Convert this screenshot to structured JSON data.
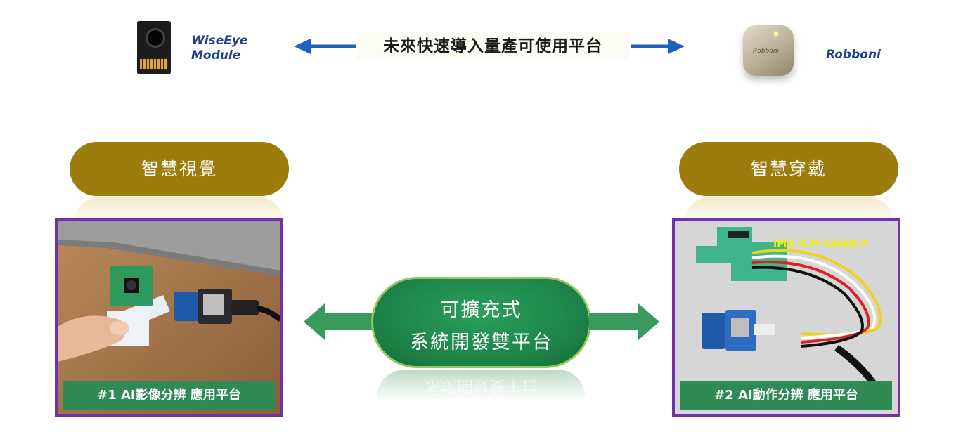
{
  "top": {
    "left_module_label_line1": "WiseEye",
    "left_module_label_line2": "Module",
    "banner_text": "未來快速導入量產可使用平台",
    "right_module_label": "Robboni",
    "robboni_brand_text": "Robboni",
    "arrow_color": "#1f5fbf"
  },
  "left_panel": {
    "title": "智慧視覺",
    "caption": "#1 AI影像分辨 應用平台"
  },
  "right_panel": {
    "title": "智慧穿戴",
    "caption": "#2 AI動作分辨 應用平台",
    "sensor_label": "IMU ICM-42688-P"
  },
  "center": {
    "line1": "可擴充式",
    "line2": "系統開發雙平台",
    "arrow_color": "#3a9a5e"
  },
  "colors": {
    "pill": "#9c7c0c",
    "frame_border": "#7331a8",
    "caption_bg": "#2f8a55",
    "center_fill": "#1c8046",
    "center_border": "#93c95e"
  }
}
